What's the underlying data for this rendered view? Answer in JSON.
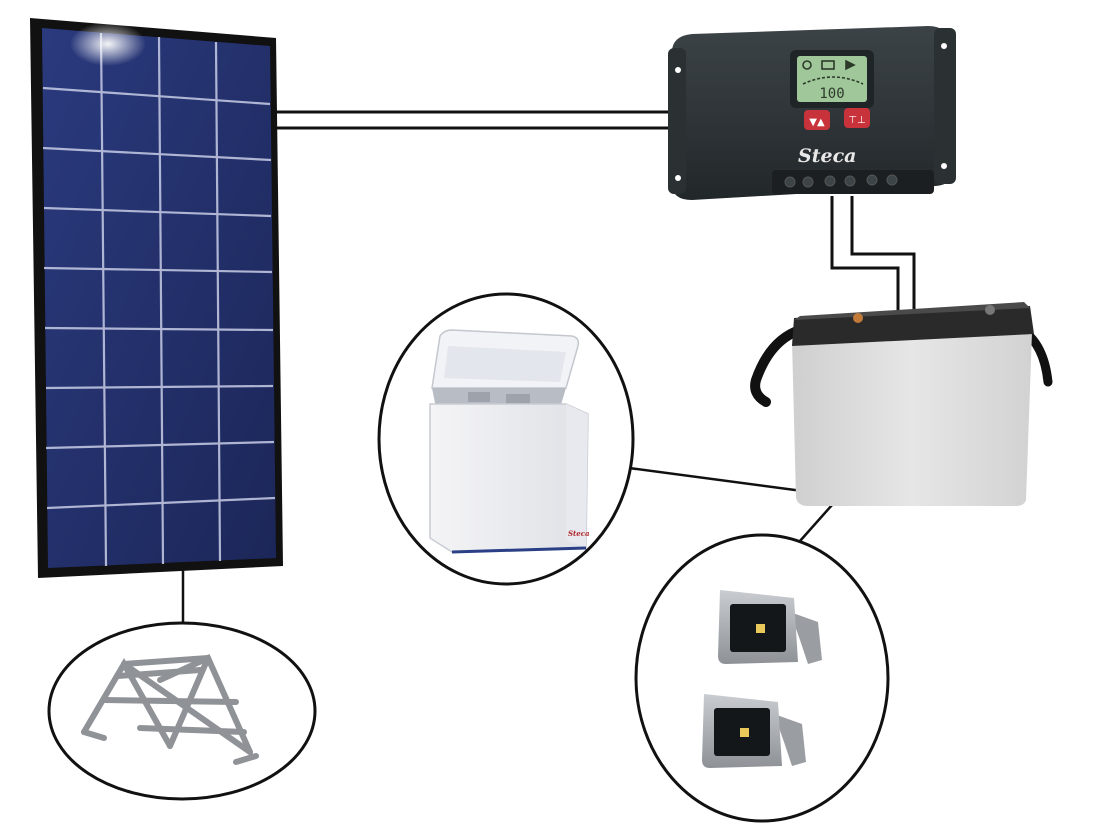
{
  "diagram": {
    "components": [
      {
        "id": "solar-panel",
        "kind": "photovoltaic-module"
      },
      {
        "id": "charge-controller",
        "kind": "solar-charge-controller"
      },
      {
        "id": "battery",
        "kind": "deep-cycle-battery"
      },
      {
        "id": "freezer",
        "kind": "chest-freezer"
      },
      {
        "id": "floodlights",
        "kind": "led-floodlight",
        "count": 2
      },
      {
        "id": "mounting-frame",
        "kind": "panel-mounting-rack"
      }
    ],
    "connections": [
      [
        "solar-panel",
        "charge-controller"
      ],
      [
        "charge-controller",
        "battery"
      ],
      [
        "battery",
        "freezer"
      ],
      [
        "battery",
        "floodlights"
      ],
      [
        "solar-panel",
        "mounting-frame"
      ]
    ]
  },
  "controller": {
    "brand": "Steca",
    "lcd_reading": "100",
    "button_1_glyph": "▼▲",
    "button_2_glyph": "⊤⊥"
  },
  "freezer": {
    "brand": "Steca"
  },
  "colors": {
    "panel_cell": "#22306a",
    "panel_frame": "#111111",
    "controller_body": "#2f3538",
    "lcd_screen": "#9fc79a",
    "button_red": "#c8323a",
    "battery_case": "#dcdcdc",
    "battery_lid": "#2a2a2a",
    "wire": "#111111"
  }
}
